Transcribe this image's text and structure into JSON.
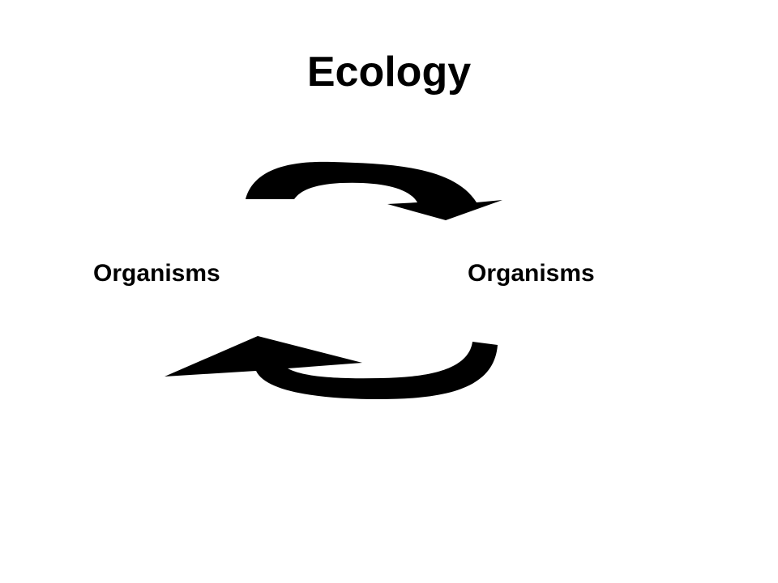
{
  "slide": {
    "title": "Ecology",
    "left_label": "Organisms",
    "right_label": "Organisms",
    "arrow_color": "#000000",
    "background_color": "#ffffff"
  }
}
